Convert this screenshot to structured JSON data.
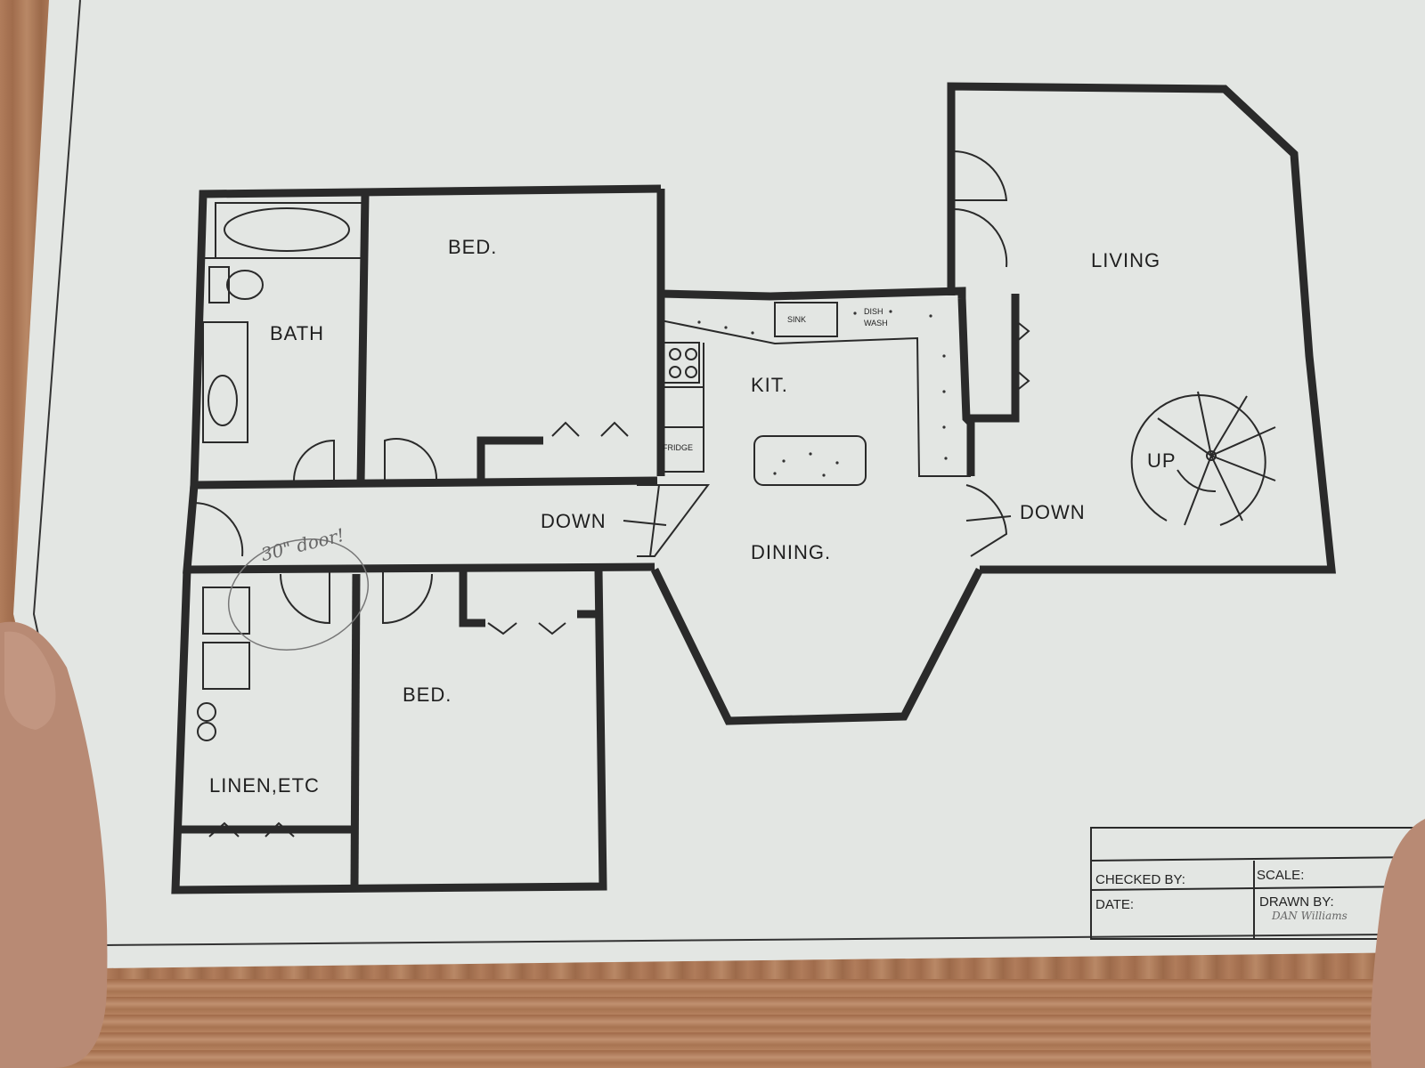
{
  "rooms": {
    "bed_upper": "BED.",
    "bath": "BATH",
    "kitchen": "KIT.",
    "living": "LIVING",
    "down_hall": "DOWN",
    "dining": "DINING.",
    "down_living": "DOWN",
    "up": "UP",
    "bed_lower": "BED.",
    "linen": "LINEN,ETC"
  },
  "fixtures": {
    "sink": "SINK",
    "dish_wash_1": "DISH",
    "dish_wash_2": "WASH",
    "fridge": "FRIDGE"
  },
  "annotation": "30\" door!",
  "title_block": {
    "checked_by": "CHECKED BY:",
    "scale": "SCALE:",
    "date": "DATE:",
    "drawn_by": "DRAWN BY:",
    "drawn_by_value": "DAN Williams"
  }
}
